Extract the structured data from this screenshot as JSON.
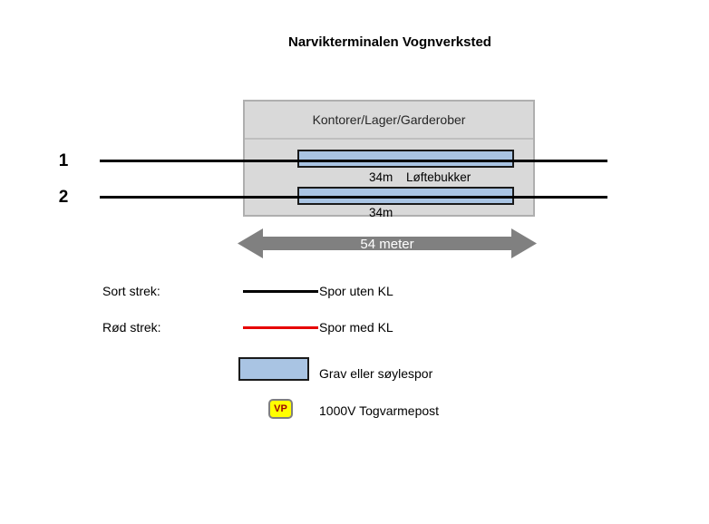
{
  "title": "Narvikterminalen Vognverksted",
  "building": {
    "label": "Kontorer/Lager/Garderober"
  },
  "tracks": {
    "track1": {
      "number": "1",
      "pit_length": "34m",
      "equipment_label": "Løftebukker"
    },
    "track2": {
      "number": "2",
      "pit_length": "34m"
    }
  },
  "dimension": {
    "label": "54 meter"
  },
  "legend": {
    "black_line": {
      "label": "Sort strek:",
      "description": "Spor uten KL"
    },
    "red_line": {
      "label": "Rød strek:",
      "description": "Spor med KL"
    },
    "pit": {
      "description": "Grav eller søylespor"
    },
    "heat_post": {
      "badge": "VP",
      "description": "1000V Togvarmepost"
    }
  },
  "colors": {
    "building_fill": "#D9D9D9",
    "building_border": "#AFAFAF",
    "pit_fill": "#A9C4E3",
    "pit_border": "#1A1A1A",
    "track_no_kl": "#000000",
    "track_with_kl": "#E60000",
    "arrow_gray": "#808080",
    "vp_badge_fill": "#FFFF00",
    "vp_badge_text": "#9C0006"
  }
}
